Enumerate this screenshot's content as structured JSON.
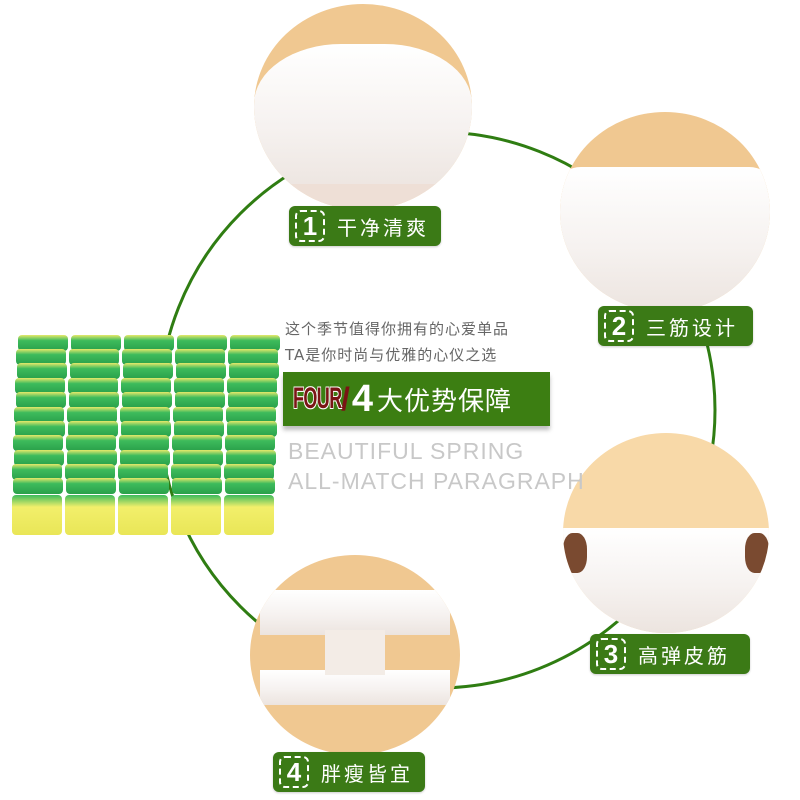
{
  "colors": {
    "accent_green": "#3b7a16",
    "ring_green": "#2f7d12",
    "banner_dark_red": "#7a1515",
    "skin_tone": "#f0c891",
    "tagline_gray": "#666666",
    "english_gray": "#c8c8c8"
  },
  "features": [
    {
      "number": "1",
      "label": "干净清爽"
    },
    {
      "number": "2",
      "label": "三筋设计"
    },
    {
      "number": "3",
      "label": "高弹皮筋"
    },
    {
      "number": "4",
      "label": "胖瘦皆宜"
    }
  ],
  "center": {
    "tagline_line1": "这个季节值得你拥有的心爱单品",
    "tagline_line2": "TA是你时尚与优雅的心仪之选",
    "banner_four": "FOUR",
    "banner_slash": "/",
    "banner_number": "4",
    "banner_text": "大优势保障",
    "english_line1": "BEAUTIFUL SPRING",
    "english_line2": "ALL-MATCH PARAGRAPH"
  },
  "product": {
    "icon": "packaged-disposable-underwear-bundle"
  }
}
